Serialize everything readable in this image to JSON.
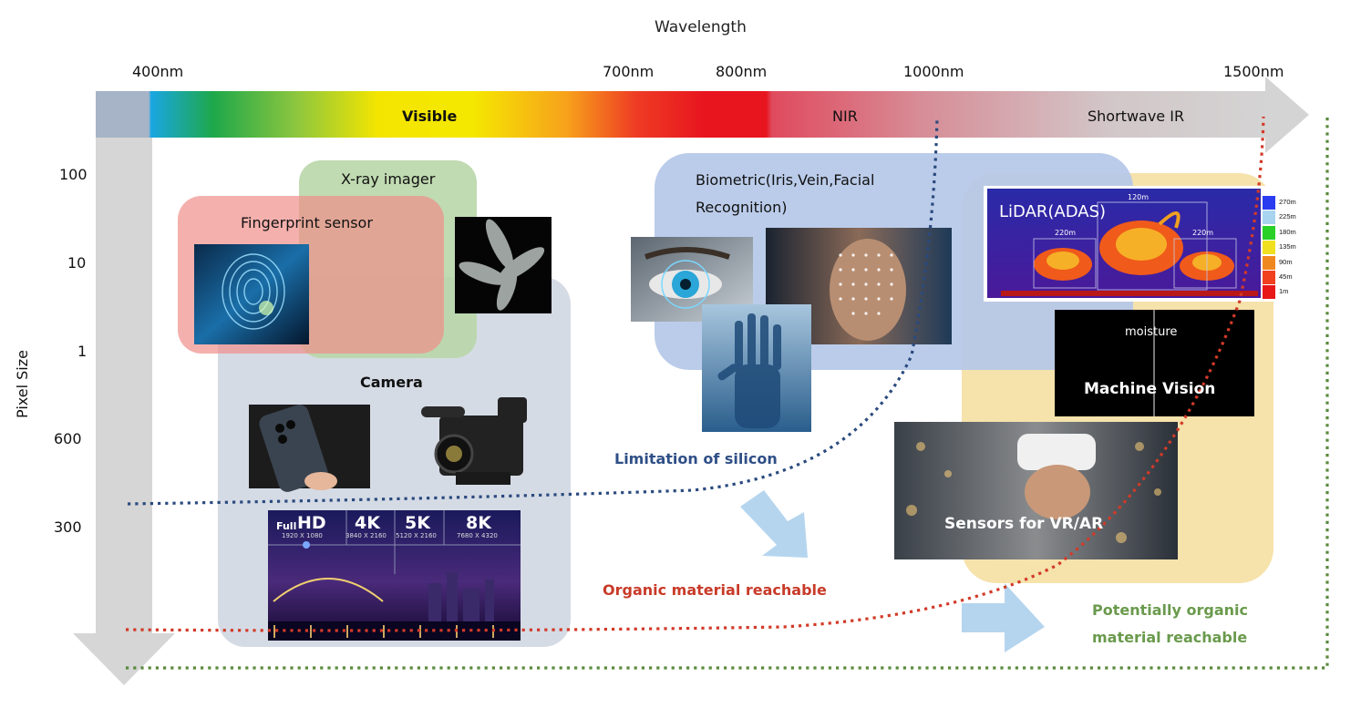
{
  "header": {
    "title": "Wavelength"
  },
  "wavelength_ticks": [
    "400nm",
    "700nm",
    "800nm",
    "1000nm",
    "1500nm"
  ],
  "bands": {
    "visible": "Visible",
    "nir": "NIR",
    "swir": "Shortwave IR"
  },
  "y_axis": {
    "title": "Pixel Size",
    "ticks": [
      "100",
      "10",
      "1",
      "600",
      "300"
    ]
  },
  "regions": {
    "xray": {
      "label": "X-ray imager",
      "color": "#b9d6a8"
    },
    "fingerprint": {
      "label": "Fingerprint sensor",
      "color": "#f6aaa8"
    },
    "camera": {
      "label": "Camera",
      "color": "#d5dbe5"
    },
    "biometric": {
      "label_line1": "Biometric(Iris,Vein,Facial",
      "label_line2": "Recognition)",
      "color": "#b5c8e8"
    },
    "swir": {
      "color": "#f6e2ab"
    }
  },
  "resolutions": [
    {
      "name": "HD",
      "prefix": "Full",
      "dims": "1920 X 1080"
    },
    {
      "name": "4K",
      "prefix": "",
      "dims": "3840 X 2160"
    },
    {
      "name": "5K",
      "prefix": "",
      "dims": "5120 X 2160"
    },
    {
      "name": "8K",
      "prefix": "",
      "dims": "7680 X 4320"
    }
  ],
  "lidar": {
    "title": "LiDAR(ADAS)",
    "distances": [
      "120m",
      "220m",
      "220m"
    ],
    "legend": [
      {
        "label": "270m",
        "color": "#2a3cf0"
      },
      {
        "label": "225m",
        "color": "#a8d4f0"
      },
      {
        "label": "180m",
        "color": "#28d028"
      },
      {
        "label": "135m",
        "color": "#f0e020"
      },
      {
        "label": "90m",
        "color": "#f08820"
      },
      {
        "label": "45m",
        "color": "#f04020"
      },
      {
        "label": "1m",
        "color": "#e81818"
      }
    ]
  },
  "machine_vision": {
    "top_label": "moisture",
    "label": "Machine Vision"
  },
  "vr": {
    "label": "Sensors for VR/AR"
  },
  "annotations": {
    "silicon": {
      "text": "Limitation of silicon",
      "color": "#2f4f86"
    },
    "organic": {
      "text": "Organic material reachable",
      "color": "#c83a28"
    },
    "potential_line1": "Potentially organic",
    "potential_line2": "material reachable",
    "potential_color": "#6a9a4c"
  }
}
